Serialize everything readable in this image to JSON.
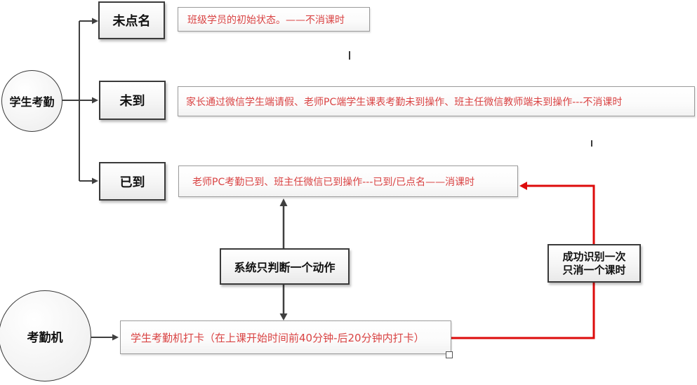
{
  "diagram": {
    "title_hint": "student attendance flow chart",
    "nodes": {
      "student_attendance_circle": {
        "label": "学生考勤"
      },
      "attendance_machine_circle": {
        "label": "考勤机"
      },
      "not_called_box": {
        "label": "未点名"
      },
      "not_arrived_box": {
        "label": "未到"
      },
      "arrived_box": {
        "label": "已到"
      },
      "system_rule_box": {
        "label": "系统只判断一个动作"
      },
      "recognize_once_box": {
        "line1": "成功识别一次",
        "line2": "只消一个课时"
      }
    },
    "notes": {
      "not_called_note": {
        "text": "班级学员的初始状态。——不消课时"
      },
      "not_arrived_note": {
        "text": "家长通过微信学生端请假、老师PC端学生课表考勤未到操作、班主任微信教师端未到操作---不消课时"
      },
      "arrived_note": {
        "text": "老师PC考勤已到、班主任微信已到操作---已到/已点名——消课时"
      },
      "punch_note": {
        "text": "学生考勤机打卡（在上课开始时间前40分钟-后20分钟内打卡）"
      }
    },
    "colors": {
      "red_text": "#d94343",
      "red_line": "#dd0b0b",
      "connector_line": "#3f3f3f",
      "node_border": "#3a3a3a",
      "note_border": "#9a9a9a"
    }
  }
}
